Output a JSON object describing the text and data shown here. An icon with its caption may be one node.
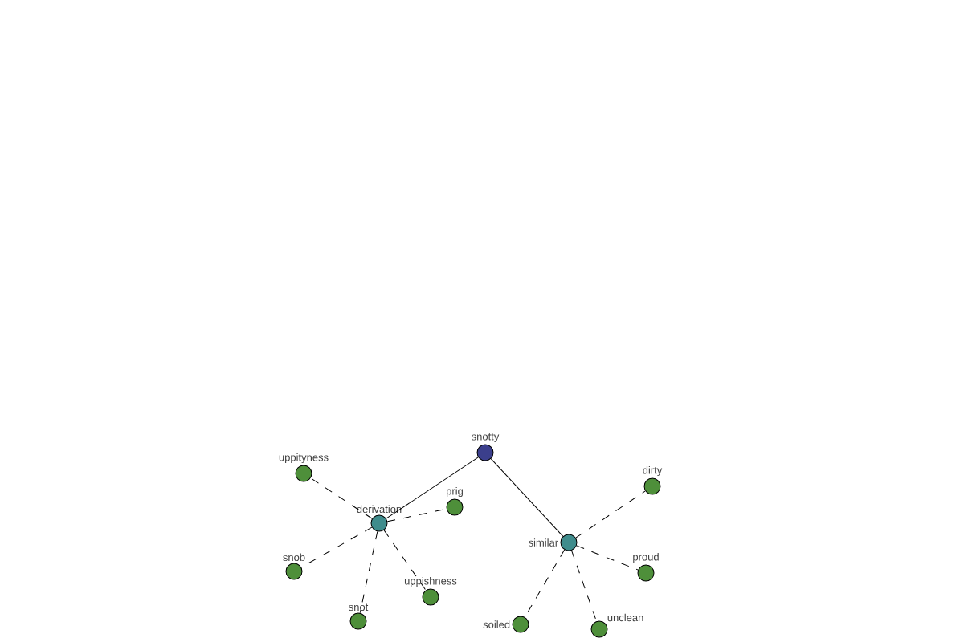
{
  "diagram": {
    "nodes": [
      {
        "text": [
          "snotty"
        ]
      },
      {
        "text": [
          "derivation"
        ]
      },
      {
        "text": [
          "similar"
        ]
      },
      {
        "text": [
          "uppityness"
        ]
      },
      {
        "text": [
          "prig"
        ]
      },
      {
        "text": [
          "snob"
        ]
      },
      {
        "text": [
          "snot"
        ]
      },
      {
        "text": [
          "uppishness"
        ]
      },
      {
        "text": [
          "dirty"
        ]
      },
      {
        "text": [
          "proud"
        ]
      },
      {
        "text": [
          "soiled"
        ]
      },
      {
        "text": [
          "unclean"
        ]
      }
    ],
    "edges": [
      {
        "from": 0,
        "to": 1,
        "arrow": "none"
      },
      {
        "from": 0,
        "to": 2,
        "arrow": "none"
      },
      {
        "from": 1,
        "to": 3,
        "arrow": "none",
        "style": "dashed"
      },
      {
        "from": 1,
        "to": 4,
        "arrow": "none",
        "style": "dashed"
      },
      {
        "from": 1,
        "to": 5,
        "arrow": "none",
        "style": "dashed"
      },
      {
        "from": 1,
        "to": 6,
        "arrow": "none",
        "style": "dashed"
      },
      {
        "from": 1,
        "to": 7,
        "arrow": "none",
        "style": "dashed"
      },
      {
        "from": 2,
        "to": 8,
        "arrow": "none",
        "style": "dashed"
      },
      {
        "from": 2,
        "to": 9,
        "arrow": "none",
        "style": "dashed"
      },
      {
        "from": 2,
        "to": 10,
        "arrow": "none",
        "style": "dashed"
      },
      {
        "from": 2,
        "to": 11,
        "arrow": "none",
        "style": "dashed"
      }
    ]
  }
}
